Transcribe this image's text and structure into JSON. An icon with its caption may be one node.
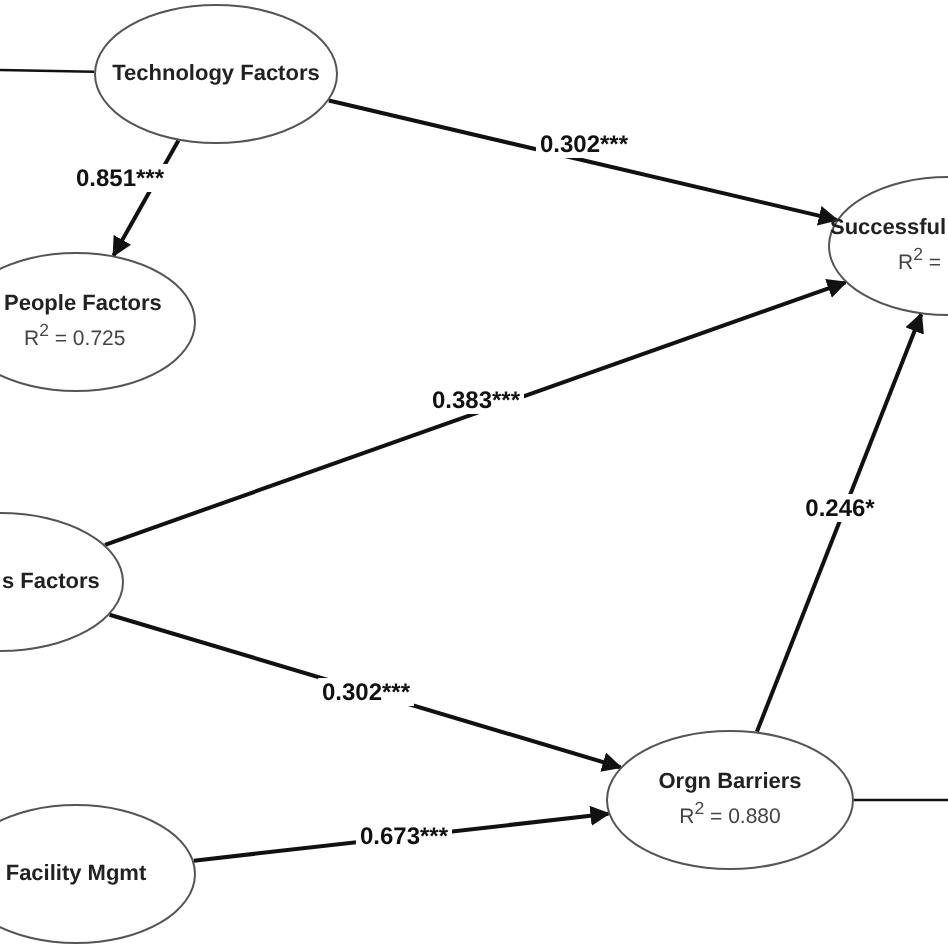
{
  "diagram": {
    "nodes": [
      {
        "text": [
          "Technology Factors"
        ]
      },
      {
        "text": [
          "People Factors",
          "R$^{2}$ = 0.725"
        ]
      },
      {
        "text": [
          "s Factors"
        ]
      },
      {
        "text": [
          "Facility Mgmt"
        ]
      },
      {
        "text": [
          "Successful",
          "R$^{2}$ ="
        ]
      },
      {
        "text": [
          "Orgn Barriers",
          "R$^{2}$ = 0.880"
        ]
      }
    ],
    "edges": [
      {
        "from": null,
        "to": 0,
        "arrow": "none"
      },
      {
        "from": 0,
        "to": 1,
        "arrow": "to",
        "label": "0.851***"
      },
      {
        "from": 0,
        "to": 4,
        "arrow": "to",
        "label": "0.302***"
      },
      {
        "from": 2,
        "to": 4,
        "arrow": "to",
        "label": "0.383***"
      },
      {
        "from": 2,
        "to": 5,
        "arrow": "to",
        "label": "0.302***"
      },
      {
        "from": 3,
        "to": 5,
        "arrow": "to",
        "label": "0.673***"
      },
      {
        "from": 5,
        "to": 4,
        "arrow": "to",
        "label": "0.246*"
      },
      {
        "from": 5,
        "to": null,
        "arrow": "none"
      }
    ]
  }
}
